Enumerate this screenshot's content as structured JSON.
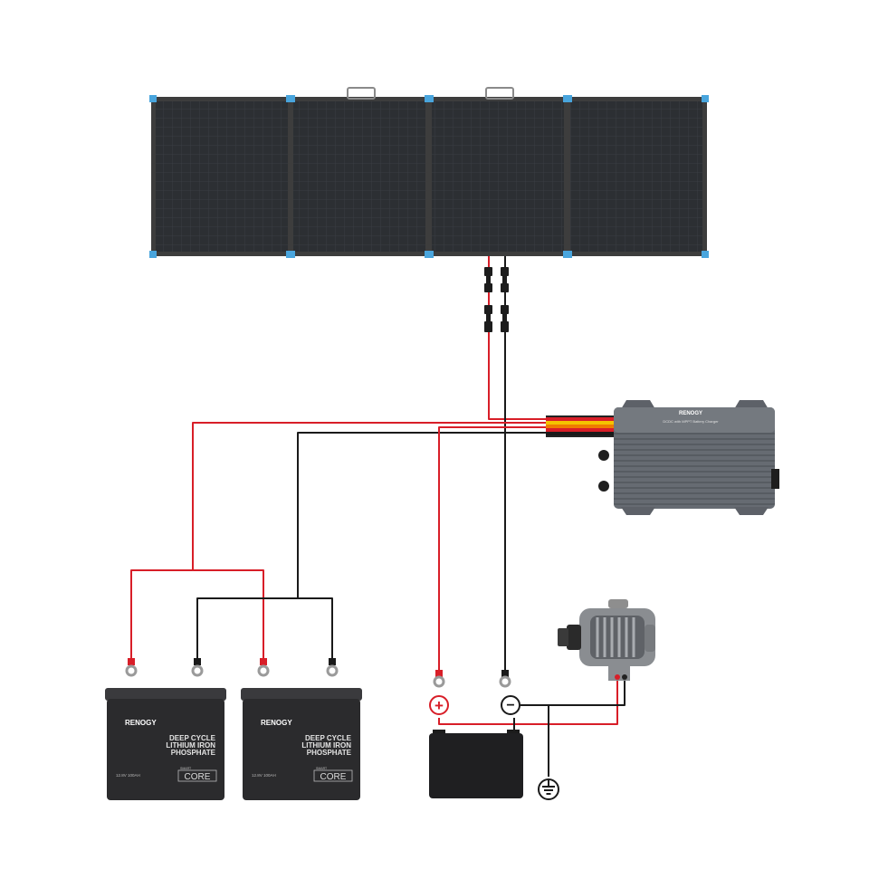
{
  "charger": {
    "brand": "RENOGY",
    "model": "DCDC with MPPT Battery Charger"
  },
  "batteries": [
    {
      "brand": "RENOGY",
      "line1": "DEEP CYCLE",
      "line2": "LITHIUM IRON",
      "line3": "PHOSPHATE",
      "spec": "12.8V 100AH",
      "series_small": "SMART",
      "series": "CORE"
    },
    {
      "brand": "RENOGY",
      "line1": "DEEP CYCLE",
      "line2": "LITHIUM IRON",
      "line3": "PHOSPHATE",
      "spec": "12.8V 100AH",
      "series_small": "SMART",
      "series": "CORE"
    }
  ],
  "starter_terminals": {
    "positive": "+",
    "negative": "−"
  },
  "colors": {
    "positive_wire": "#d81e28",
    "negative_wire": "#1a1a1a",
    "yellow_wire": "#f5c400",
    "orange_wire": "#ef7d00",
    "panel_frame": "#3d3d3d",
    "panel_corner": "#49a5dd",
    "charger_body": "#6a6f76",
    "battery_body": "#2b2b2d"
  },
  "icons": {
    "ground": "ground-symbol-icon",
    "alternator": "alternator-icon",
    "ring_terminal": "ring-terminal-icon",
    "mc4": "mc4-connector-icon"
  }
}
